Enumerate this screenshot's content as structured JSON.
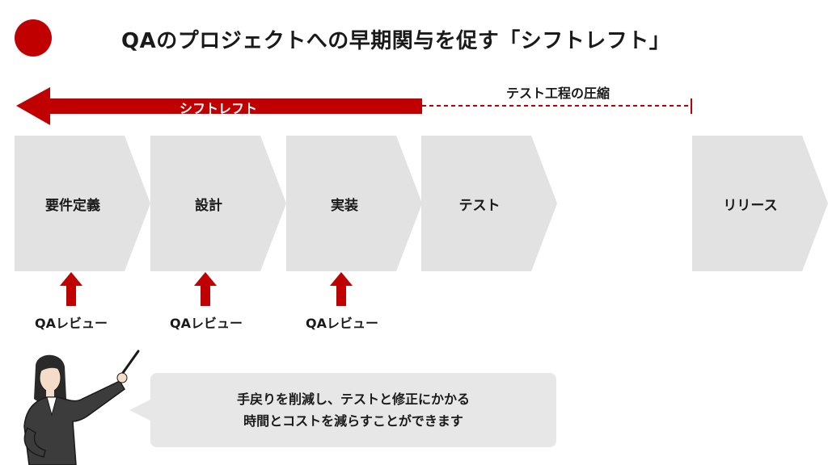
{
  "title": "QAのプロジェクトへの早期関与を促す「シフトレフト」",
  "compress_label": "テスト工程の圧縮",
  "shift_left_label": "シフトレフト",
  "stages": [
    "要件定義",
    "設計",
    "実装",
    "テスト",
    "リリース"
  ],
  "reviews": [
    "QAレビュー",
    "QAレビュー",
    "QAレビュー"
  ],
  "bubble_lines": [
    "手戻りを削減し、テストと修正にかかる",
    "時間とコストを減らすことができます"
  ],
  "colors": {
    "accent": "#c00000",
    "stage_fill": "#e2e2e2",
    "bubble_fill": "#e7e7e7"
  }
}
